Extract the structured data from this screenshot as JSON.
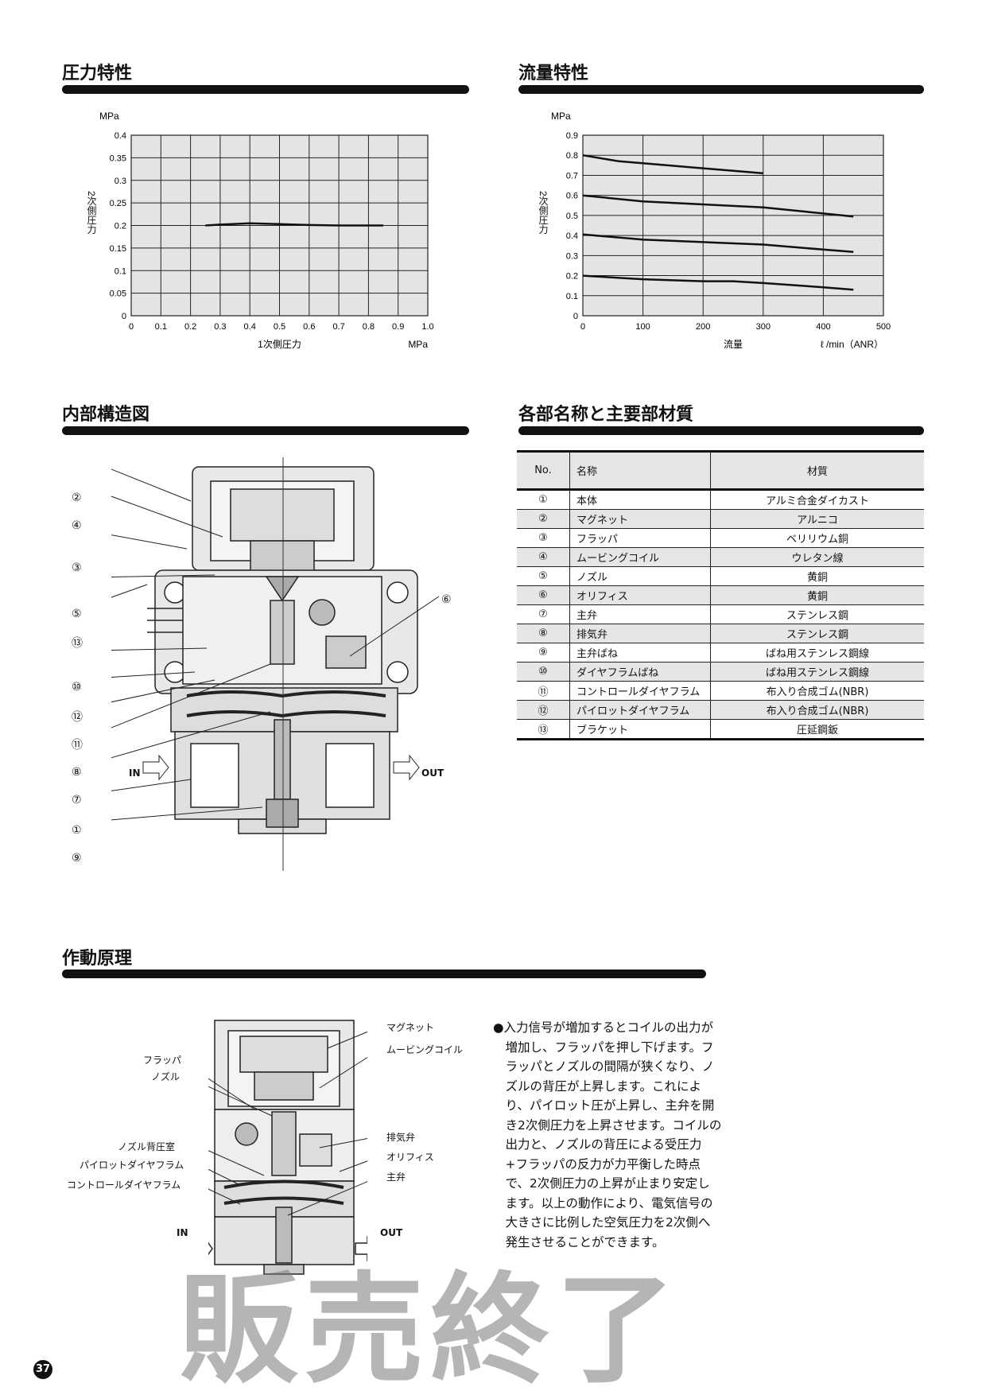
{
  "sections": {
    "pressure": "圧力特性",
    "flow": "流量特性",
    "structure": "内部構造図",
    "parts": "各部名称と主要部材質",
    "operation": "作動原理"
  },
  "chart_data": [
    {
      "type": "line",
      "title": "圧力特性",
      "xlabel": "1次側圧力",
      "xunit": "MPa",
      "ylabel": "2次側圧力",
      "yunit": "MPa",
      "xlim": [
        0,
        1.0
      ],
      "ylim": [
        0,
        0.4
      ],
      "xticks": [
        "0",
        "0.1",
        "0.2",
        "0.3",
        "0.4",
        "0.5",
        "0.6",
        "0.7",
        "0.8",
        "0.9",
        "1.0"
      ],
      "yticks": [
        "0",
        "0.05",
        "0.1",
        "0.15",
        "0.2",
        "0.25",
        "0.3",
        "0.35",
        "0.4"
      ],
      "grid": true,
      "series": [
        {
          "name": "0.2",
          "x": [
            0.25,
            0.3,
            0.4,
            0.5,
            0.6,
            0.7,
            0.8,
            0.85
          ],
          "y": [
            0.2,
            0.202,
            0.205,
            0.203,
            0.201,
            0.2,
            0.2,
            0.2
          ]
        }
      ]
    },
    {
      "type": "line",
      "title": "流量特性",
      "xlabel": "流量",
      "xunit": "ℓ /min（ANR）",
      "ylabel": "2次側圧力",
      "yunit": "MPa",
      "xlim": [
        0,
        500
      ],
      "ylim": [
        0,
        0.9
      ],
      "xticks": [
        "0",
        "100",
        "200",
        "300",
        "400",
        "500"
      ],
      "yticks": [
        "0",
        "0.1",
        "0.2",
        "0.3",
        "0.4",
        "0.5",
        "0.6",
        "0.7",
        "0.8",
        "0.9"
      ],
      "grid": true,
      "series": [
        {
          "name": "0.8",
          "x": [
            0,
            60,
            100,
            200,
            300
          ],
          "y": [
            0.8,
            0.77,
            0.76,
            0.735,
            0.71
          ]
        },
        {
          "name": "0.6",
          "x": [
            0,
            100,
            200,
            300,
            400,
            450
          ],
          "y": [
            0.6,
            0.57,
            0.555,
            0.54,
            0.51,
            0.495
          ]
        },
        {
          "name": "0.4",
          "x": [
            0,
            100,
            200,
            300,
            400,
            450
          ],
          "y": [
            0.405,
            0.38,
            0.367,
            0.355,
            0.33,
            0.318
          ]
        },
        {
          "name": "0.2",
          "x": [
            0,
            100,
            200,
            250,
            300,
            400,
            450
          ],
          "y": [
            0.2,
            0.182,
            0.172,
            0.172,
            0.163,
            0.142,
            0.13
          ]
        }
      ]
    }
  ],
  "parts_table": {
    "headers": [
      "No.",
      "名称",
      "材質"
    ],
    "rows": [
      [
        "①",
        "本体",
        "アルミ合金ダイカスト"
      ],
      [
        "②",
        "マグネット",
        "アルニコ"
      ],
      [
        "③",
        "フラッパ",
        "ベリリウム銅"
      ],
      [
        "④",
        "ムービングコイル",
        "ウレタン線"
      ],
      [
        "⑤",
        "ノズル",
        "黄銅"
      ],
      [
        "⑥",
        "オリフィス",
        "黄銅"
      ],
      [
        "⑦",
        "主弁",
        "ステンレス鋼"
      ],
      [
        "⑧",
        "排気弁",
        "ステンレス鋼"
      ],
      [
        "⑨",
        "主弁ばね",
        "ばね用ステンレス鋼線"
      ],
      [
        "⑩",
        "ダイヤフラムばね",
        "ばね用ステンレス鋼線"
      ],
      [
        "⑪",
        "コントロールダイヤフラム",
        "布入り合成ゴム(NBR)"
      ],
      [
        "⑫",
        "パイロットダイヤフラム",
        "布入り合成ゴム(NBR)"
      ],
      [
        "⑬",
        "ブラケット",
        "圧延鋼鈑"
      ]
    ]
  },
  "structure_callouts": [
    "②",
    "④",
    "③",
    "⑤",
    "⑬",
    "⑩",
    "⑫",
    "⑪",
    "⑧",
    "⑦",
    "①",
    "⑨",
    "⑥"
  ],
  "structure_ports": {
    "in": "IN",
    "out": "OUT"
  },
  "operation_labels": {
    "magnet": "マグネット",
    "coil": "ムービングコイル",
    "flapper": "フラッパ",
    "nozzle": "ノズル",
    "nozzle_chamber": "ノズル背圧室",
    "pilot_diaphragm": "パイロットダイヤフラム",
    "control_diaphragm": "コントロールダイヤフラム",
    "exhaust_valve": "排気弁",
    "orifice": "オリフィス",
    "main_valve": "主弁",
    "in": "IN",
    "out": "OUT"
  },
  "operation_text": "●入力信号が増加するとコイルの出力が増加し、フラッパを押し下げます。フラッパとノズルの間隔が狭くなり、ノズルの背圧が上昇します。これにより、パイロット圧が上昇し、主弁を開き2次側圧力を上昇させます。コイルの出力と、ノズルの背圧による受圧力+フラッパの反力が力平衡した時点で、2次側圧力の上昇が止まり安定します。以上の動作により、電気信号の大きさに比例した空気圧力を2次側へ発生させることができます。",
  "watermark": "販売終了",
  "page_number": "37"
}
